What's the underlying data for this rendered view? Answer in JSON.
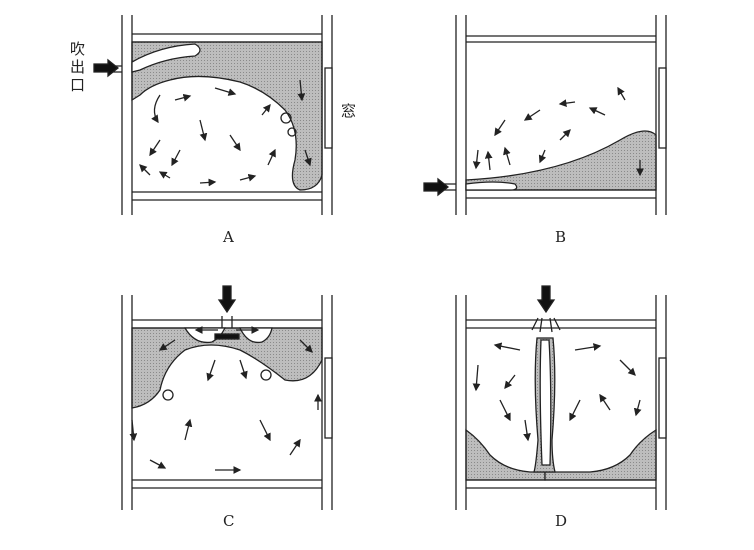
{
  "labels": {
    "outlet": [
      "吹",
      "出",
      "口"
    ],
    "window": "窓",
    "panels": [
      "A",
      "B",
      "C",
      "D"
    ]
  },
  "colors": {
    "airmass": "#b5b5b5",
    "line": "#222222"
  }
}
